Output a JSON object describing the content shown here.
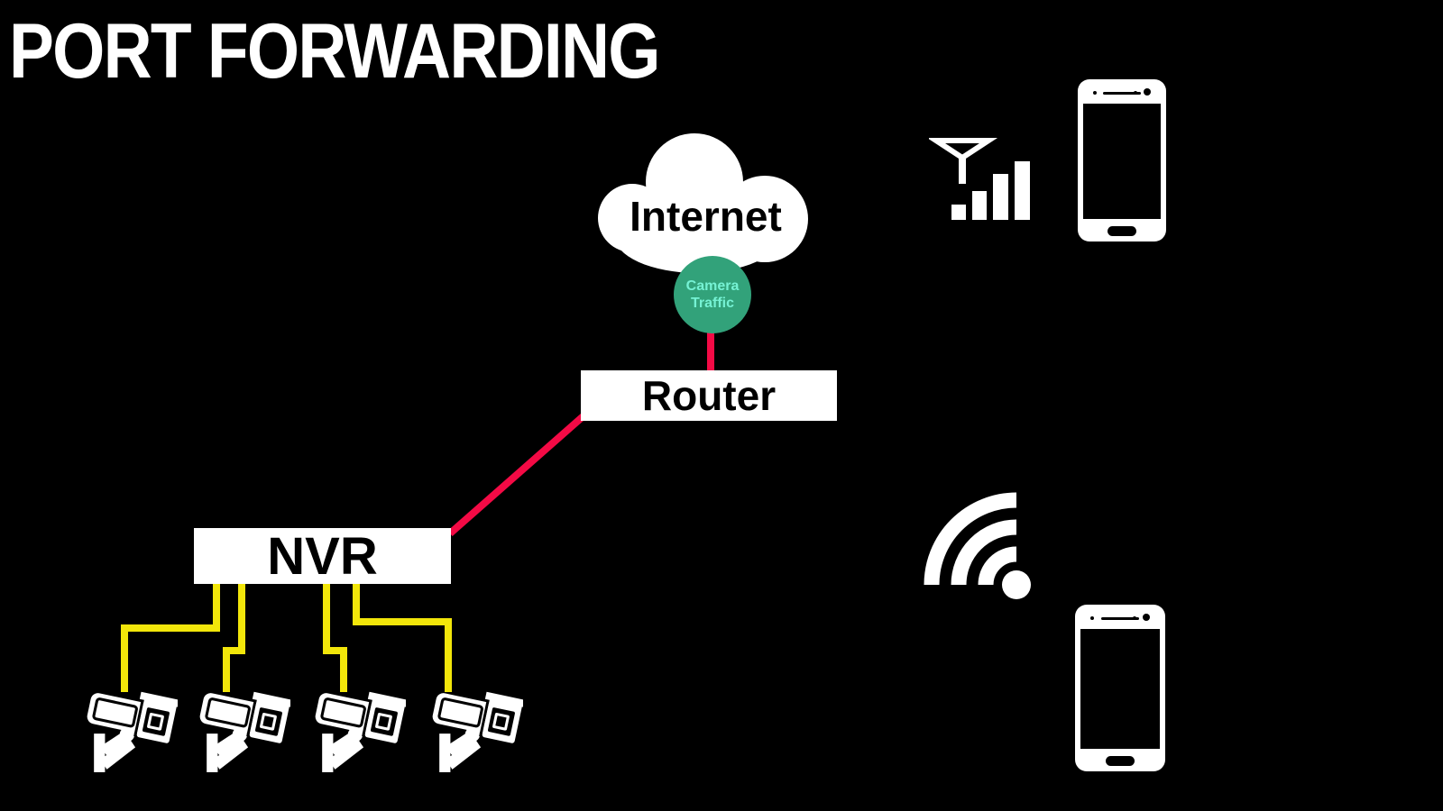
{
  "title": "PORT FORWARDING",
  "colors": {
    "background": "#000000",
    "accent_red": "#f40a45",
    "cable_yellow": "#f2e60a",
    "traffic_green": "#32a27a",
    "traffic_text": "#76f2d4",
    "node_bg": "#ffffff",
    "node_text": "#000000",
    "icon_white": "#ffffff"
  },
  "nodes": {
    "internet": {
      "label": "Internet"
    },
    "camera_traffic": {
      "label": "Camera\nTraffic"
    },
    "router": {
      "label": "Router"
    },
    "nvr": {
      "label": "NVR"
    }
  },
  "devices": {
    "cameras": {
      "count": 4,
      "icon": "cctv-camera-icon"
    },
    "mobile_top": {
      "icon": "smartphone-icon",
      "connectivity": "cellular-signal-icon"
    },
    "mobile_bottom": {
      "icon": "smartphone-icon",
      "connectivity": "wifi-icon"
    }
  },
  "connections": [
    {
      "from": "internet",
      "to": "router",
      "via": "camera_traffic",
      "color": "red"
    },
    {
      "from": "router",
      "to": "nvr",
      "color": "red"
    },
    {
      "from": "nvr",
      "to": "camera-1",
      "color": "yellow"
    },
    {
      "from": "nvr",
      "to": "camera-2",
      "color": "yellow"
    },
    {
      "from": "nvr",
      "to": "camera-3",
      "color": "yellow"
    },
    {
      "from": "nvr",
      "to": "camera-4",
      "color": "yellow"
    }
  ]
}
